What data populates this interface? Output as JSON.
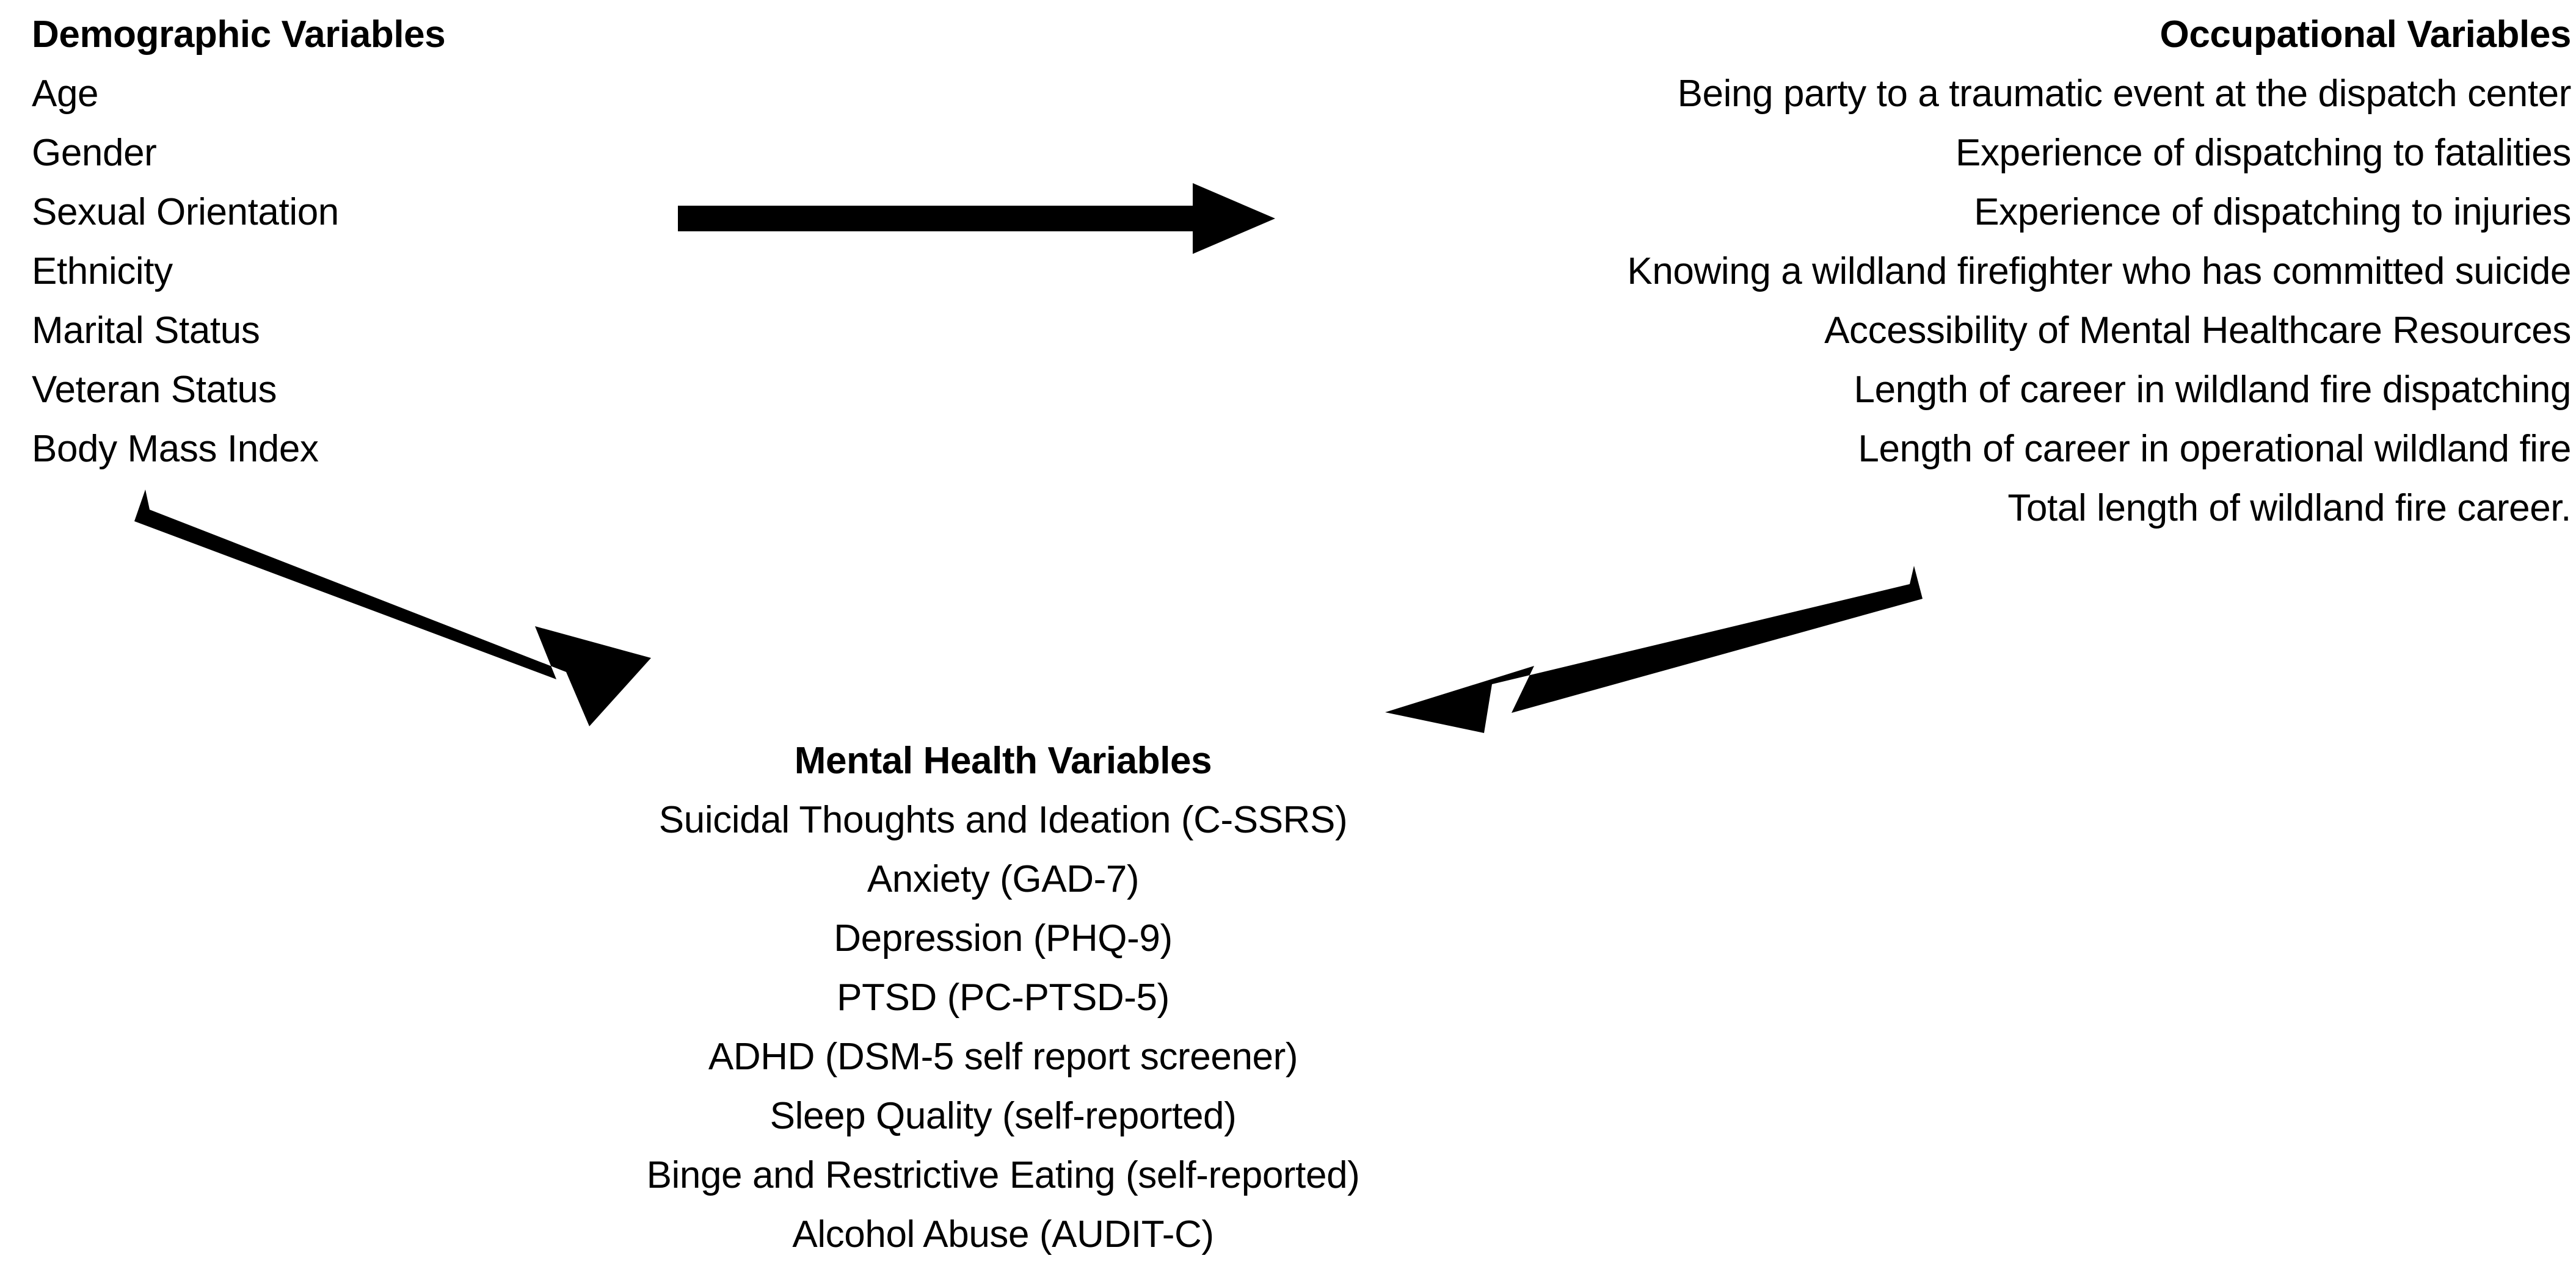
{
  "diagram": {
    "title": "Study Variables Conceptual Model",
    "background_color": "#ffffff",
    "ink_color": "#000000"
  },
  "demographic": {
    "heading": "Demographic Variables",
    "items": [
      "Age",
      "Gender",
      "Sexual Orientation",
      "Ethnicity",
      "Marital Status",
      "Veteran Status",
      "Body Mass Index"
    ]
  },
  "occupational": {
    "heading": "Occupational Variables",
    "items": [
      "Being party to a traumatic event at the dispatch center",
      "Experience of dispatching to fatalities",
      "Experience of dispatching to injuries",
      "Knowing a wildland firefighter who has committed suicide",
      "Accessibility of Mental Healthcare Resources",
      "Length of career in wildland fire dispatching",
      "Length of career in operational wildland fire",
      "Total length of wildland fire career."
    ]
  },
  "mental_health": {
    "heading": "Mental Health Variables",
    "items": [
      "Suicidal Thoughts and Ideation (C-SSRS)",
      "Anxiety (GAD-7)",
      "Depression (PHQ-9)",
      "PTSD (PC-PTSD-5)",
      "ADHD (DSM-5 self report screener)",
      "Sleep Quality (self-reported)",
      "Binge and Restrictive Eating (self-reported)",
      "Alcohol Abuse (AUDIT-C)"
    ]
  },
  "arrows": [
    {
      "name": "demographic-to-occupational",
      "from": "Demographic Variables",
      "to": "Occupational Variables",
      "direction": "right",
      "label": ""
    },
    {
      "name": "demographic-to-mental-health",
      "from": "Demographic Variables",
      "to": "Mental Health Variables",
      "direction": "down-right",
      "label": ""
    },
    {
      "name": "occupational-to-mental-health",
      "from": "Occupational Variables",
      "to": "Mental Health Variables",
      "direction": "down-left",
      "label": ""
    }
  ]
}
